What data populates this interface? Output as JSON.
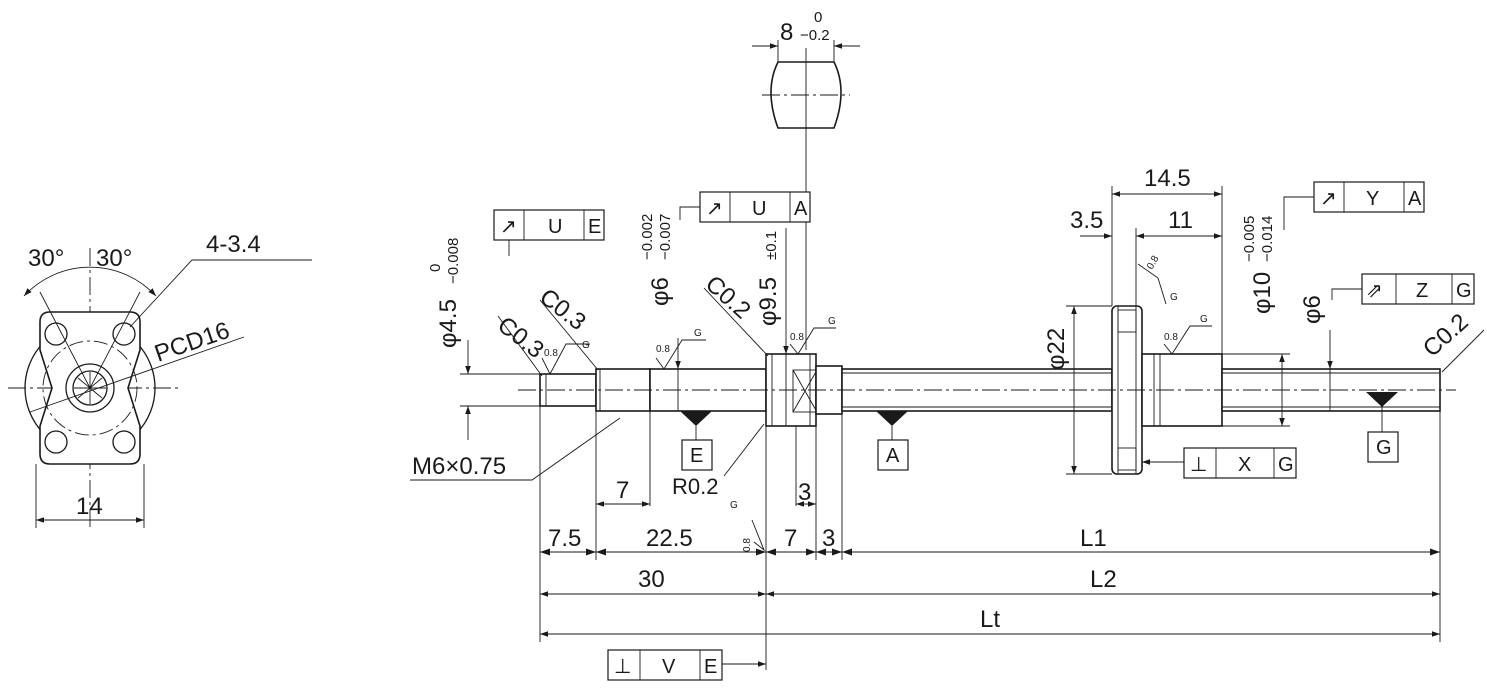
{
  "flange_view": {
    "angle_left": "30°",
    "angle_right": "30°",
    "holes": "4-3.4",
    "pcd": "PCD16",
    "width": "14"
  },
  "flat_view": {
    "width_nominal": "8",
    "tol_upper": "0",
    "tol_lower": "−0.2"
  },
  "shaft": {
    "d_end": "φ4.5",
    "d_end_tol_upper": "0",
    "d_end_tol_lower": "−0.008",
    "d_journal": "φ6",
    "d_journal_tol_upper": "−0.002",
    "d_journal_tol_lower": "−0.007",
    "d_collar": "φ9.5",
    "d_collar_tol": "±0.1",
    "d_flange": "φ22",
    "d_nut": "φ10",
    "d_nut_tol_upper": "−0.005",
    "d_nut_tol_lower": "−0.014",
    "d_screw": "φ6",
    "c_end": "C0.3",
    "c_step": "C0.3",
    "c_collar": "C0.2",
    "c_tip": "C0.2",
    "thread": "M6×0.75",
    "fillet": "R0.2",
    "roughness": "0.8",
    "roughness_grade": "G"
  },
  "dimensions": {
    "d7": "7",
    "d3_top": "3",
    "d7_5": "7.5",
    "d22_5": "22.5",
    "d7_b": "7",
    "d3_b": "3",
    "L1": "L1",
    "d30": "30",
    "L2": "L2",
    "Lt": "Lt",
    "d14_5": "14.5",
    "d3_5": "3.5",
    "d11": "11"
  },
  "frames": {
    "f1": {
      "sym": "↗",
      "tol": "U",
      "datum": "E"
    },
    "f2": {
      "sym": "↗",
      "tol": "U",
      "datum": "A"
    },
    "f3": {
      "sym": "↗",
      "tol": "Y",
      "datum": "A"
    },
    "f4": {
      "sym": "⇗",
      "tol": "Z",
      "datum": "G"
    },
    "f5": {
      "sym": "⊥",
      "tol": "X",
      "datum": "G"
    },
    "f6": {
      "sym": "⊥",
      "tol": "V",
      "datum": "E"
    }
  },
  "datums": {
    "e": "E",
    "a": "A",
    "g": "G"
  }
}
